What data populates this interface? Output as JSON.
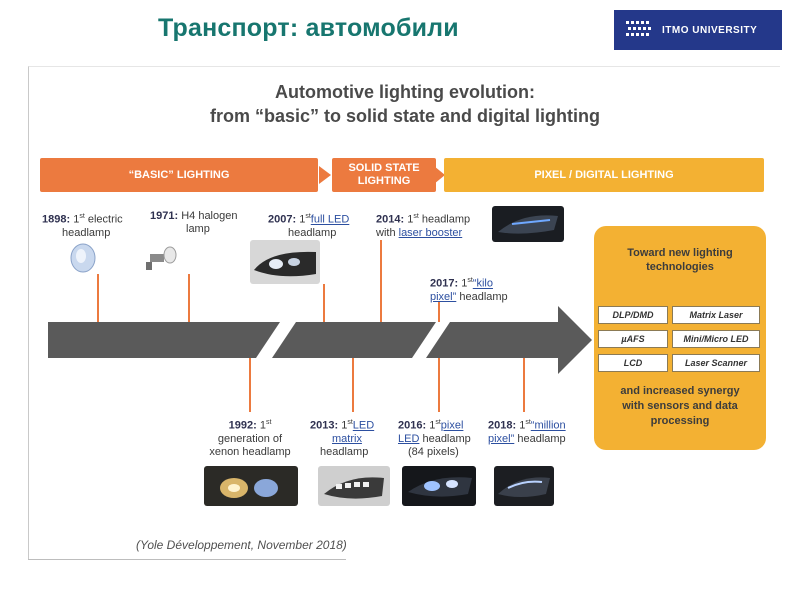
{
  "slide_title": "Транспорт: автомобили",
  "logo": {
    "text": "ITMO UNIVERSITY",
    "icon": "pixel-grid-logo-icon",
    "bg": "#24388a"
  },
  "figure": {
    "title_line1": "Automotive lighting evolution:",
    "title_line2": "from “basic” to solid state and digital lighting"
  },
  "phases": {
    "basic": "“BASIC” LIGHTING",
    "solid_1": "SOLID STATE",
    "solid_2": "LIGHTING",
    "pixel": "PIXEL / DIGITAL LIGHTING"
  },
  "events_top": [
    {
      "year": "1898:",
      "a": "1",
      "sup": "st",
      "b": " electric",
      "line2": "headlamp",
      "image": "electric-headlamp-image"
    },
    {
      "year": "1971:",
      "a": "H4 halogen",
      "line2": "lamp",
      "image": "halogen-lamp-image"
    },
    {
      "year": "2007:",
      "a": "1",
      "sup": "st",
      "link": "full LED",
      "line2": "headlamp",
      "image": "full-led-headlamp-image"
    },
    {
      "year": "2014:",
      "a": "1",
      "sup": "st",
      "b": " headlamp",
      "line2a": "with ",
      "link2": "laser booster",
      "image": "laser-headlamp-image"
    },
    {
      "year": "2017:",
      "a": "1",
      "sup": "st",
      "link": "“kilo",
      "line2link": "pixel”",
      "line2": " headlamp"
    }
  ],
  "events_bottom": [
    {
      "year": "1992:",
      "a": "1",
      "sup": "st",
      "line2": "generation of",
      "line3": "xenon headlamp",
      "image": "xenon-headlamp-image"
    },
    {
      "year": "2013:",
      "a": "1",
      "sup": "st",
      "link": "LED",
      "line2link": "matrix",
      "line3": "headlamp",
      "image": "led-matrix-headlamp-image"
    },
    {
      "year": "2016:",
      "a": "1",
      "sup": "st",
      "link": "pixel",
      "line2link": "LED",
      "line2": " headlamp",
      "line3": "(84 pixels)",
      "image": "pixel-led-headlamp-image"
    },
    {
      "year": "2018:",
      "a": "1",
      "sup": "st",
      "link": "“million",
      "line2link": "pixel”",
      "line2": " headlamp",
      "image": "million-pixel-headlamp-image"
    }
  ],
  "tech_panel": {
    "head_1": "Toward new lighting",
    "head_2": "technologies",
    "tags": [
      "DLP/DMD",
      "Matrix Laser",
      "µAFS",
      "Mini/Micro LED",
      "LCD",
      "Laser Scanner"
    ],
    "foot_1": "and increased synergy",
    "foot_2": "with sensors and data",
    "foot_3": "processing"
  },
  "source": "(Yole Développement, November 2018)",
  "colors": {
    "title": "#17766f",
    "orange": "#ec7a3f",
    "amber": "#f3b133",
    "timeline": "#5a5a5a",
    "link": "#2c4fa0"
  }
}
